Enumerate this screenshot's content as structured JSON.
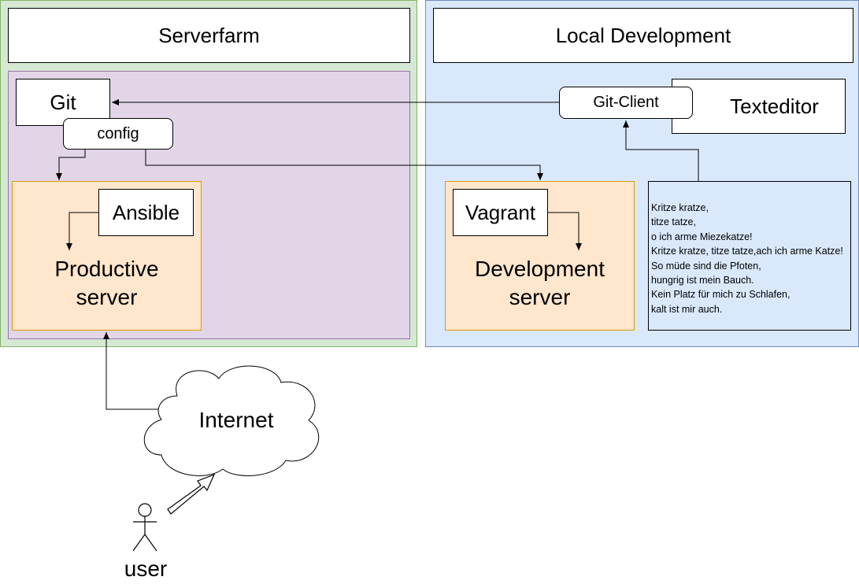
{
  "serverfarm": {
    "title": "Serverfarm",
    "git_label": "Git",
    "config_label": "config",
    "ansible_label": "Ansible",
    "prod_server_line1": "Productive",
    "prod_server_line2": "server"
  },
  "local_development": {
    "title": "Local Development",
    "texteditor_label": "Texteditor",
    "git_client_label": "Git-Client",
    "vagrant_label": "Vagrant",
    "dev_server_line1": "Development",
    "dev_server_line2": "server",
    "poem_lines": [
      "Kritze kratze,",
      "titze tatze,",
      "o ich arme Miezekatze!",
      "Kritze kratze, titze tatze,ach ich arme Katze!",
      "So müde sind die Pfoten,",
      "hungrig ist mein Bauch.",
      "Kein Platz für mich zu Schlafen,",
      "kalt ist mir auch."
    ]
  },
  "internet_label": "Internet",
  "user_label": "user",
  "colors": {
    "serverfarm_fill": "#d5e8d4",
    "serverfarm_border": "#82b366",
    "localdev_fill": "#dae8fc",
    "localdev_border": "#6c8ebf",
    "git_area_fill": "#e1d5e7",
    "git_area_border": "#9673a6",
    "server_fill": "#ffe6cc",
    "server_border": "#d79b00"
  }
}
